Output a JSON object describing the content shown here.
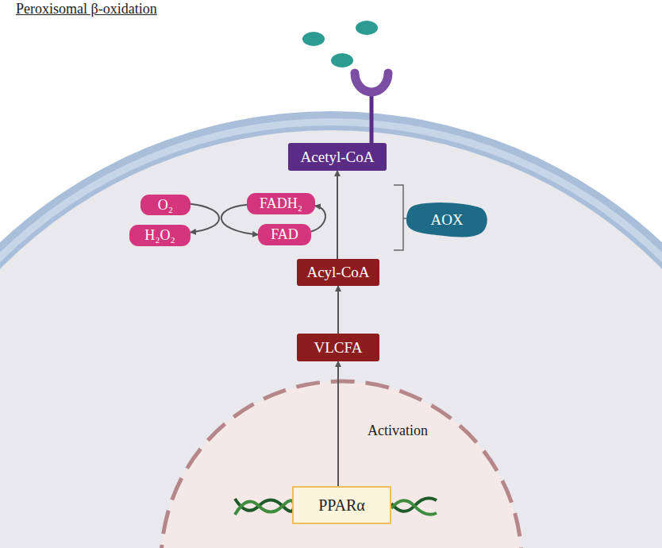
{
  "diagram": {
    "title": "Peroxisomal β-oxidation",
    "nodes": [
      {
        "text": [
          "Acetyl-CoA"
        ]
      },
      {
        "text": [
          "O₂"
        ]
      },
      {
        "text": [
          "FADH₂"
        ]
      },
      {
        "text": [
          "AOX"
        ]
      },
      {
        "text": [
          "H₂O₂"
        ]
      },
      {
        "text": [
          "FAD"
        ]
      },
      {
        "text": [
          "Acyl-CoA"
        ]
      },
      {
        "text": [
          "VLCFA"
        ]
      },
      {
        "text": [
          "PPARα"
        ]
      }
    ],
    "edges": [
      {
        "from": 8,
        "to": 7,
        "arrow": "to",
        "label": "Activation"
      },
      {
        "from": 7,
        "to": 6,
        "arrow": "to"
      },
      {
        "from": 6,
        "to": 0,
        "arrow": "to"
      },
      {
        "from": 1,
        "to": 4,
        "arrow": "to"
      },
      {
        "from": 2,
        "to": 5,
        "arrow": "to"
      },
      {
        "from": 5,
        "to": 2,
        "arrow": "to"
      }
    ]
  }
}
